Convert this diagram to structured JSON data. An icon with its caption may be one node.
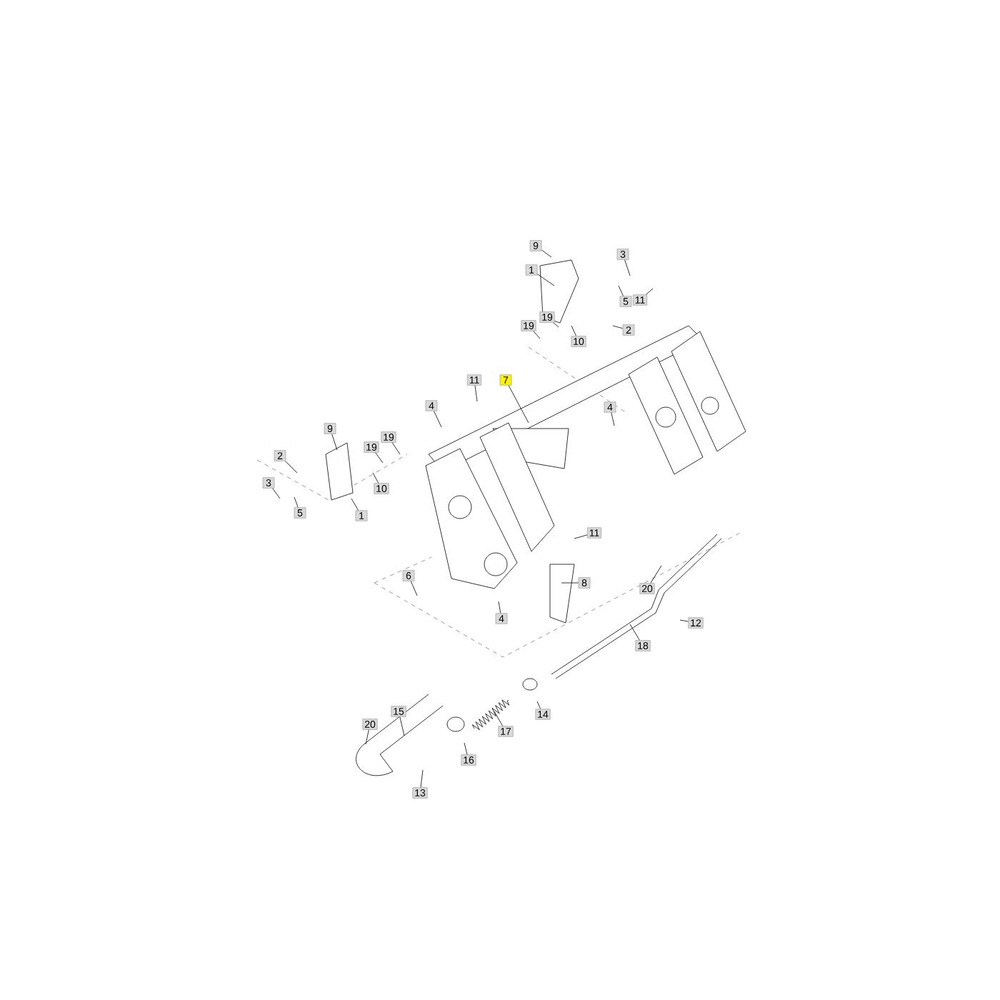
{
  "diagram": {
    "nodes": [
      {
        "text": [
          "9"
        ]
      },
      {
        "text": [
          "1"
        ]
      },
      {
        "text": [
          "3"
        ]
      },
      {
        "text": [
          "5"
        ]
      },
      {
        "text": [
          "11"
        ]
      },
      {
        "text": [
          "2"
        ]
      },
      {
        "text": [
          "19"
        ]
      },
      {
        "text": [
          "19"
        ]
      },
      {
        "text": [
          "10"
        ]
      },
      {
        "text": [
          "7"
        ]
      },
      {
        "text": [
          "11"
        ]
      },
      {
        "text": [
          "4"
        ]
      },
      {
        "text": [
          "4"
        ]
      },
      {
        "text": [
          "9"
        ]
      },
      {
        "text": [
          "2"
        ]
      },
      {
        "text": [
          "19"
        ]
      },
      {
        "text": [
          "19"
        ]
      },
      {
        "text": [
          "3"
        ]
      },
      {
        "text": [
          "5"
        ]
      },
      {
        "text": [
          "10"
        ]
      },
      {
        "text": [
          "1"
        ]
      },
      {
        "text": [
          "11"
        ]
      },
      {
        "text": [
          "6"
        ]
      },
      {
        "text": [
          "8"
        ]
      },
      {
        "text": [
          "4"
        ]
      },
      {
        "text": [
          "20"
        ]
      },
      {
        "text": [
          "12"
        ]
      },
      {
        "text": [
          "18"
        ]
      },
      {
        "text": [
          "15"
        ]
      },
      {
        "text": [
          "20"
        ]
      },
      {
        "text": [
          "17"
        ]
      },
      {
        "text": [
          "14"
        ]
      },
      {
        "text": [
          "16"
        ]
      },
      {
        "text": [
          "13"
        ]
      }
    ],
    "edges": [
      {
        "from": 0,
        "to": null,
        "arrow": "none"
      },
      {
        "from": 1,
        "to": null,
        "arrow": "none"
      },
      {
        "from": 2,
        "to": null,
        "arrow": "none"
      },
      {
        "from": 3,
        "to": null,
        "arrow": "none"
      },
      {
        "from": 4,
        "to": null,
        "arrow": "none"
      },
      {
        "from": 5,
        "to": null,
        "arrow": "none"
      },
      {
        "from": 6,
        "to": null,
        "arrow": "none"
      },
      {
        "from": 7,
        "to": null,
        "arrow": "none"
      },
      {
        "from": 8,
        "to": null,
        "arrow": "none"
      },
      {
        "from": 9,
        "to": null,
        "arrow": "none"
      },
      {
        "from": 10,
        "to": null,
        "arrow": "none"
      },
      {
        "from": 11,
        "to": null,
        "arrow": "none"
      },
      {
        "from": 12,
        "to": null,
        "arrow": "none"
      },
      {
        "from": 13,
        "to": null,
        "arrow": "none"
      },
      {
        "from": 14,
        "to": null,
        "arrow": "none"
      },
      {
        "from": 15,
        "to": null,
        "arrow": "none"
      },
      {
        "from": 16,
        "to": null,
        "arrow": "none"
      },
      {
        "from": 17,
        "to": null,
        "arrow": "none"
      },
      {
        "from": 18,
        "to": null,
        "arrow": "none"
      },
      {
        "from": 19,
        "to": null,
        "arrow": "none"
      },
      {
        "from": 20,
        "to": null,
        "arrow": "none"
      },
      {
        "from": 21,
        "to": null,
        "arrow": "none"
      },
      {
        "from": 22,
        "to": null,
        "arrow": "none"
      },
      {
        "from": 23,
        "to": null,
        "arrow": "none"
      },
      {
        "from": 24,
        "to": null,
        "arrow": "none"
      },
      {
        "from": 25,
        "to": null,
        "arrow": "none"
      },
      {
        "from": 26,
        "to": null,
        "arrow": "none"
      },
      {
        "from": 27,
        "to": null,
        "arrow": "none"
      },
      {
        "from": 28,
        "to": null,
        "arrow": "none"
      },
      {
        "from": 29,
        "to": null,
        "arrow": "none"
      },
      {
        "from": 30,
        "to": null,
        "arrow": "none"
      },
      {
        "from": 31,
        "to": null,
        "arrow": "none"
      },
      {
        "from": 32,
        "to": null,
        "arrow": "none"
      },
      {
        "from": 33,
        "to": null,
        "arrow": "none"
      }
    ]
  }
}
